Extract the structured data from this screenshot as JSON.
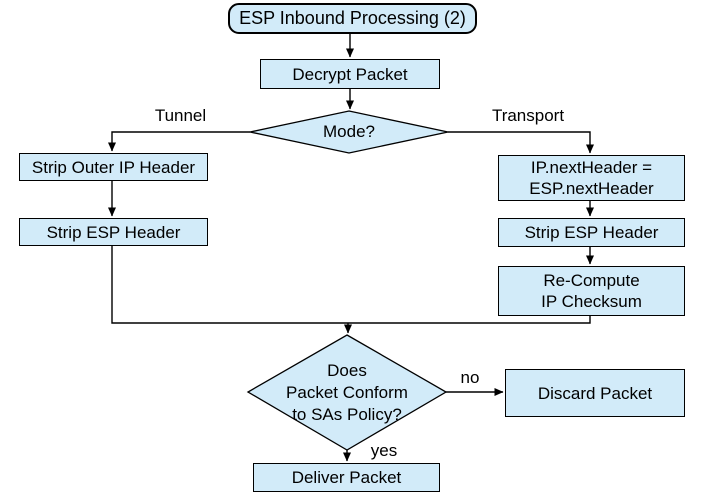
{
  "nodes": {
    "start": {
      "label": "ESP Inbound Processing (2)",
      "shape": "rounded"
    },
    "decrypt": {
      "label": "Decrypt Packet",
      "shape": "rect"
    },
    "mode": {
      "label": "Mode?",
      "shape": "diamond"
    },
    "strip_outer_ip": {
      "label": "Strip Outer IP Header",
      "shape": "rect"
    },
    "strip_esp_tunnel": {
      "label": "Strip ESP Header",
      "shape": "rect"
    },
    "ip_next_header": {
      "label": "IP.nextHeader =\nESP.nextHeader",
      "shape": "rect"
    },
    "strip_esp_transport": {
      "label": "Strip ESP Header",
      "shape": "rect"
    },
    "recompute_checksum": {
      "label": "Re-Compute\nIP Checksum",
      "shape": "rect"
    },
    "policy_check": {
      "label": "Does\nPacket Conform\nto SAs Policy?",
      "shape": "diamond"
    },
    "discard": {
      "label": "Discard Packet",
      "shape": "rect"
    },
    "deliver": {
      "label": "Deliver Packet",
      "shape": "rect"
    }
  },
  "edge_labels": {
    "tunnel": "Tunnel",
    "transport": "Transport",
    "no": "no",
    "yes": "yes"
  },
  "edges": [
    {
      "from": "start",
      "to": "decrypt"
    },
    {
      "from": "decrypt",
      "to": "mode"
    },
    {
      "from": "mode",
      "to": "strip_outer_ip",
      "label": "Tunnel"
    },
    {
      "from": "strip_outer_ip",
      "to": "strip_esp_tunnel"
    },
    {
      "from": "mode",
      "to": "ip_next_header",
      "label": "Transport"
    },
    {
      "from": "ip_next_header",
      "to": "strip_esp_transport"
    },
    {
      "from": "strip_esp_transport",
      "to": "recompute_checksum"
    },
    {
      "from": "strip_esp_tunnel",
      "to": "policy_check"
    },
    {
      "from": "recompute_checksum",
      "to": "policy_check"
    },
    {
      "from": "policy_check",
      "to": "discard",
      "label": "no"
    },
    {
      "from": "policy_check",
      "to": "deliver",
      "label": "yes"
    }
  ],
  "colors": {
    "node_fill": "#d2ebf9",
    "node_border": "#000000",
    "connector": "#000000",
    "text": "#000000",
    "background": "#ffffff"
  }
}
